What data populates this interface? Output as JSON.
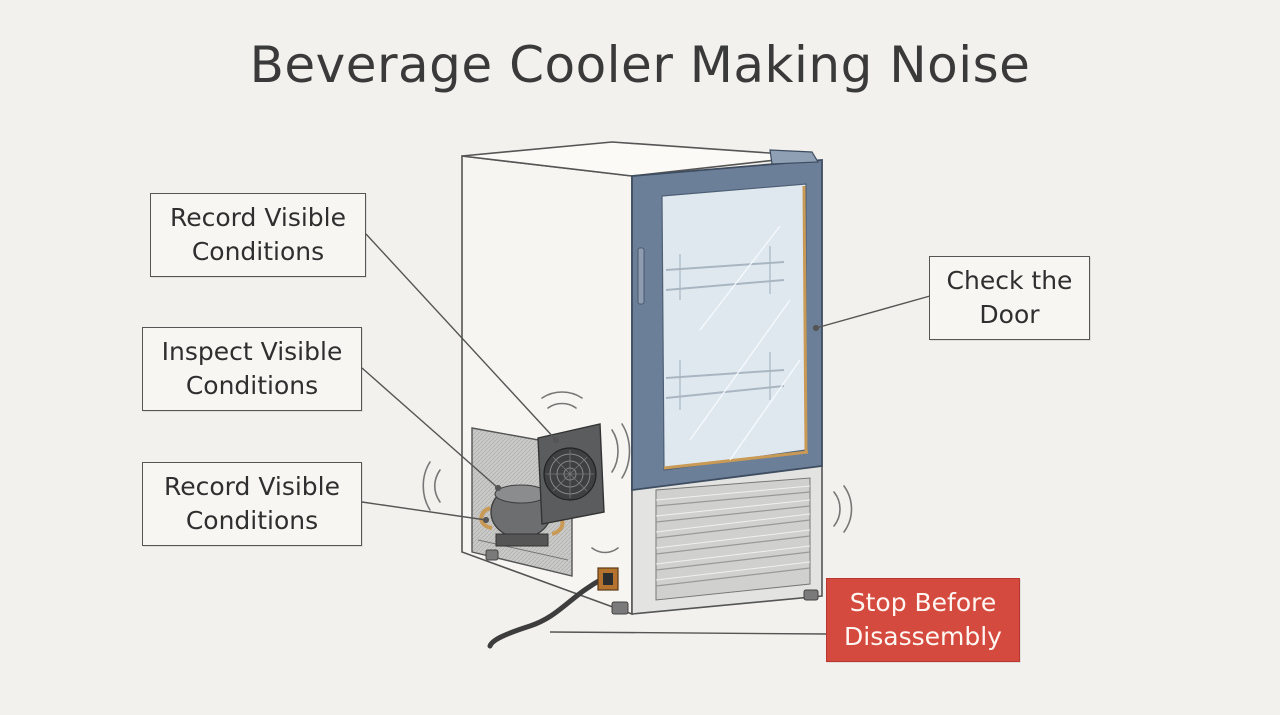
{
  "title": "Beverage Cooler Making Noise",
  "callouts": [
    {
      "id": "record-top",
      "lines": [
        "Record Visible",
        "Conditions"
      ]
    },
    {
      "id": "inspect",
      "lines": [
        "Inspect Visible",
        "Conditions"
      ]
    },
    {
      "id": "record-bottom",
      "lines": [
        "Record Visible",
        "Conditions"
      ]
    },
    {
      "id": "door",
      "lines": [
        "Check the",
        "Door"
      ]
    },
    {
      "id": "stop",
      "lines": [
        "Stop Before",
        "Disassembly"
      ]
    }
  ],
  "colors": {
    "warning": "#d44a3f",
    "door_frame": "#6c7f99",
    "gasket": "#c99a55",
    "glass": "#dfe8ee",
    "line": "#555555"
  }
}
